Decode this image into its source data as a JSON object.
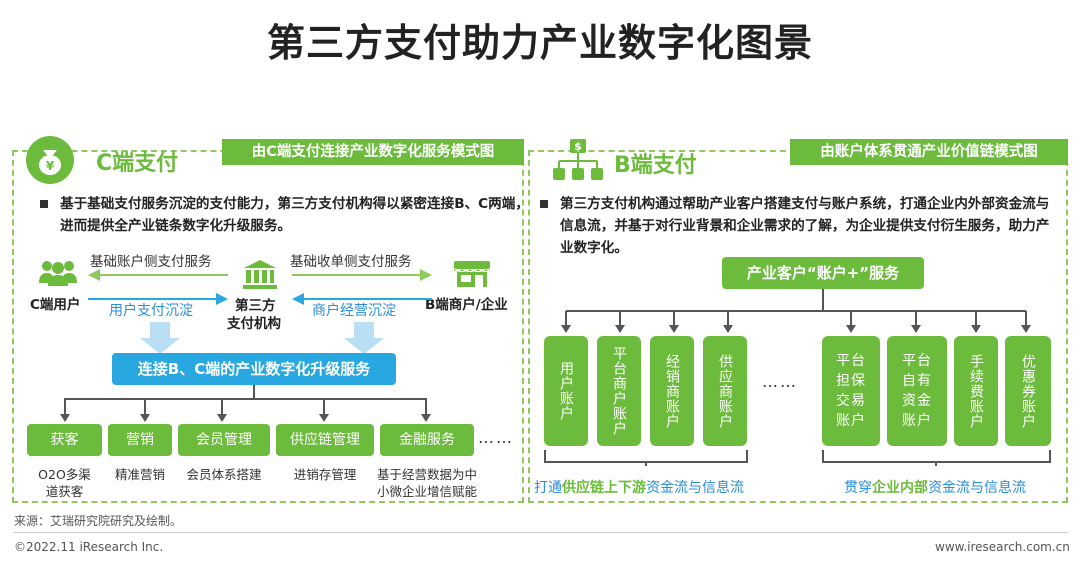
{
  "title": "第三方支付助力产业数字化图景",
  "left": {
    "banner": "由C端支付连接产业数字化服务模式图",
    "panel_title": "C端支付",
    "icon": "money-bag-icon",
    "bullet": "基于基础支付服务沉淀的支付能力，第三方支付机构得以紧密连接B、C两端，进而提供全产业链条数字化升级服务。",
    "user_label": "C端用户",
    "org_label_1": "第三方",
    "org_label_2": "支付机构",
    "merchant_label": "B端商户/企业",
    "top_left_arrow": "基础账户侧支付服务",
    "top_right_arrow": "基础收单侧支付服务",
    "bottom_left_arrow": "用户支付沉淀",
    "bottom_right_arrow": "商户经营沉淀",
    "upgrade_bar": "连接B、C端的产业数字化升级服务",
    "services": [
      {
        "label": "获客",
        "desc_1": "O2O多渠",
        "desc_2": "道获客"
      },
      {
        "label": "营销",
        "desc_1": "精准营销",
        "desc_2": ""
      },
      {
        "label": "会员管理",
        "desc_1": "会员体系搭建",
        "desc_2": ""
      },
      {
        "label": "供应链管理",
        "desc_1": "进销存管理",
        "desc_2": ""
      },
      {
        "label": "金融服务",
        "desc_1": "基于经营数据为中",
        "desc_2": "小微企业增信赋能"
      }
    ],
    "ellipsis": "……"
  },
  "right": {
    "banner": "由账户体系贯通产业价值链模式图",
    "panel_title": "B端支付",
    "icon": "org-chart-dollar-icon",
    "bullet": "第三方支付机构通过帮助产业客户搭建支付与账户系统，打通企业内外部资金流与信息流，并基于对行业背景和企业需求的了解，为企业提供支付衍生服务，助力产业数字化。",
    "top_box": "产业客户“账户+”服务",
    "group1": [
      "用户账户",
      "平台商户账户",
      "经销商账户",
      "供应商账户"
    ],
    "group2": [
      "平台担保交易账户",
      "平台自有资金账户",
      "手续费账户",
      "优惠券账户"
    ],
    "middle_ellipsis": "……",
    "flow1_pre": "打通",
    "flow1_bold": "供应链上下游",
    "flow1_post": "资金流与信息流",
    "flow2_pre": "贯穿",
    "flow2_bold": "企业内部",
    "flow2_post": "资金流与信息流"
  },
  "source": "来源：艾瑞研究院研究及绘制。",
  "copyright": "©2022.11 iResearch Inc.",
  "website": "www.iresearch.com.cn",
  "colors": {
    "green": "#6cbb3c",
    "blue": "#29a7e1",
    "text_blue": "#2a8fd8"
  }
}
